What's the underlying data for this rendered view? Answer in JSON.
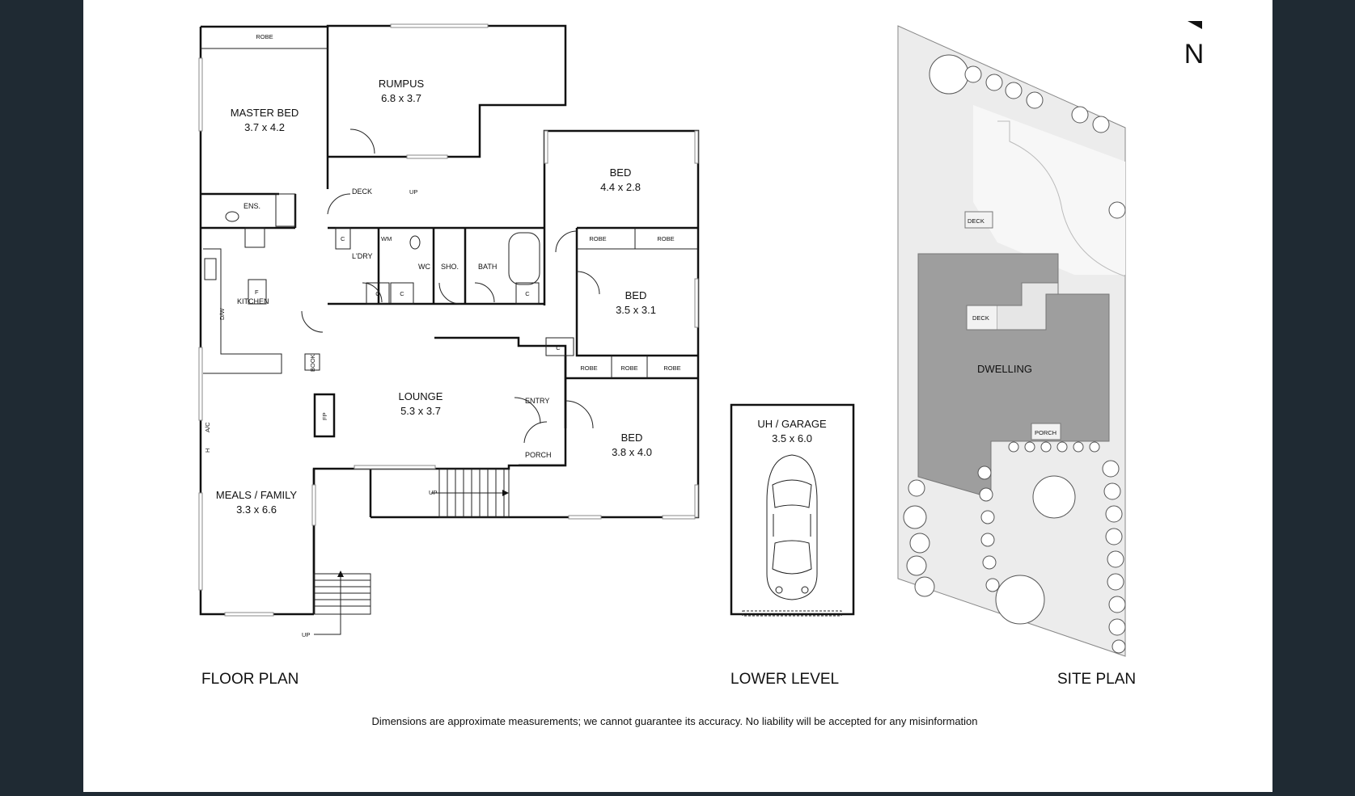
{
  "compass": {
    "label": "N"
  },
  "floor_plan": {
    "caption": "FLOOR PLAN",
    "rooms": {
      "master_bed": {
        "name": "MASTER BED",
        "dims": "3.7 x 4.2"
      },
      "rumpus": {
        "name": "RUMPUS",
        "dims": "6.8 x 3.7"
      },
      "bed1": {
        "name": "BED",
        "dims": "4.4 x 2.8"
      },
      "bed2": {
        "name": "BED",
        "dims": "3.5 x 3.1"
      },
      "bed3": {
        "name": "BED",
        "dims": "3.8 x 4.0"
      },
      "lounge": {
        "name": "LOUNGE",
        "dims": "5.3 x 3.7"
      },
      "meals": {
        "name": "MEALS / FAMILY",
        "dims": "3.3 x 6.6"
      }
    },
    "labels": {
      "robe": "ROBE",
      "ens": "ENS.",
      "deck": "DECK",
      "up": "UP",
      "c": "C",
      "wm": "WM",
      "ldry": "L'DRY",
      "wc": "WC",
      "sho": "SHO.",
      "bath": "BATH",
      "kitchen": "KITCHEN",
      "f": "F",
      "dw": "D/W",
      "book": "BOOK",
      "fp": "FP",
      "entry": "ENTRY",
      "porch": "PORCH",
      "h": "H",
      "ac": "A/C"
    }
  },
  "lower_level": {
    "caption": "LOWER LEVEL",
    "room": {
      "name": "UH / GARAGE",
      "dims": "3.5 x 6.0"
    }
  },
  "site_plan": {
    "caption": "SITE PLAN",
    "dwelling": "DWELLING",
    "deck": "DECK",
    "porch": "PORCH"
  },
  "disclaimer": "Dimensions are approximate measurements; we cannot guarantee its accuracy. No liability will be accepted for any misinformation"
}
